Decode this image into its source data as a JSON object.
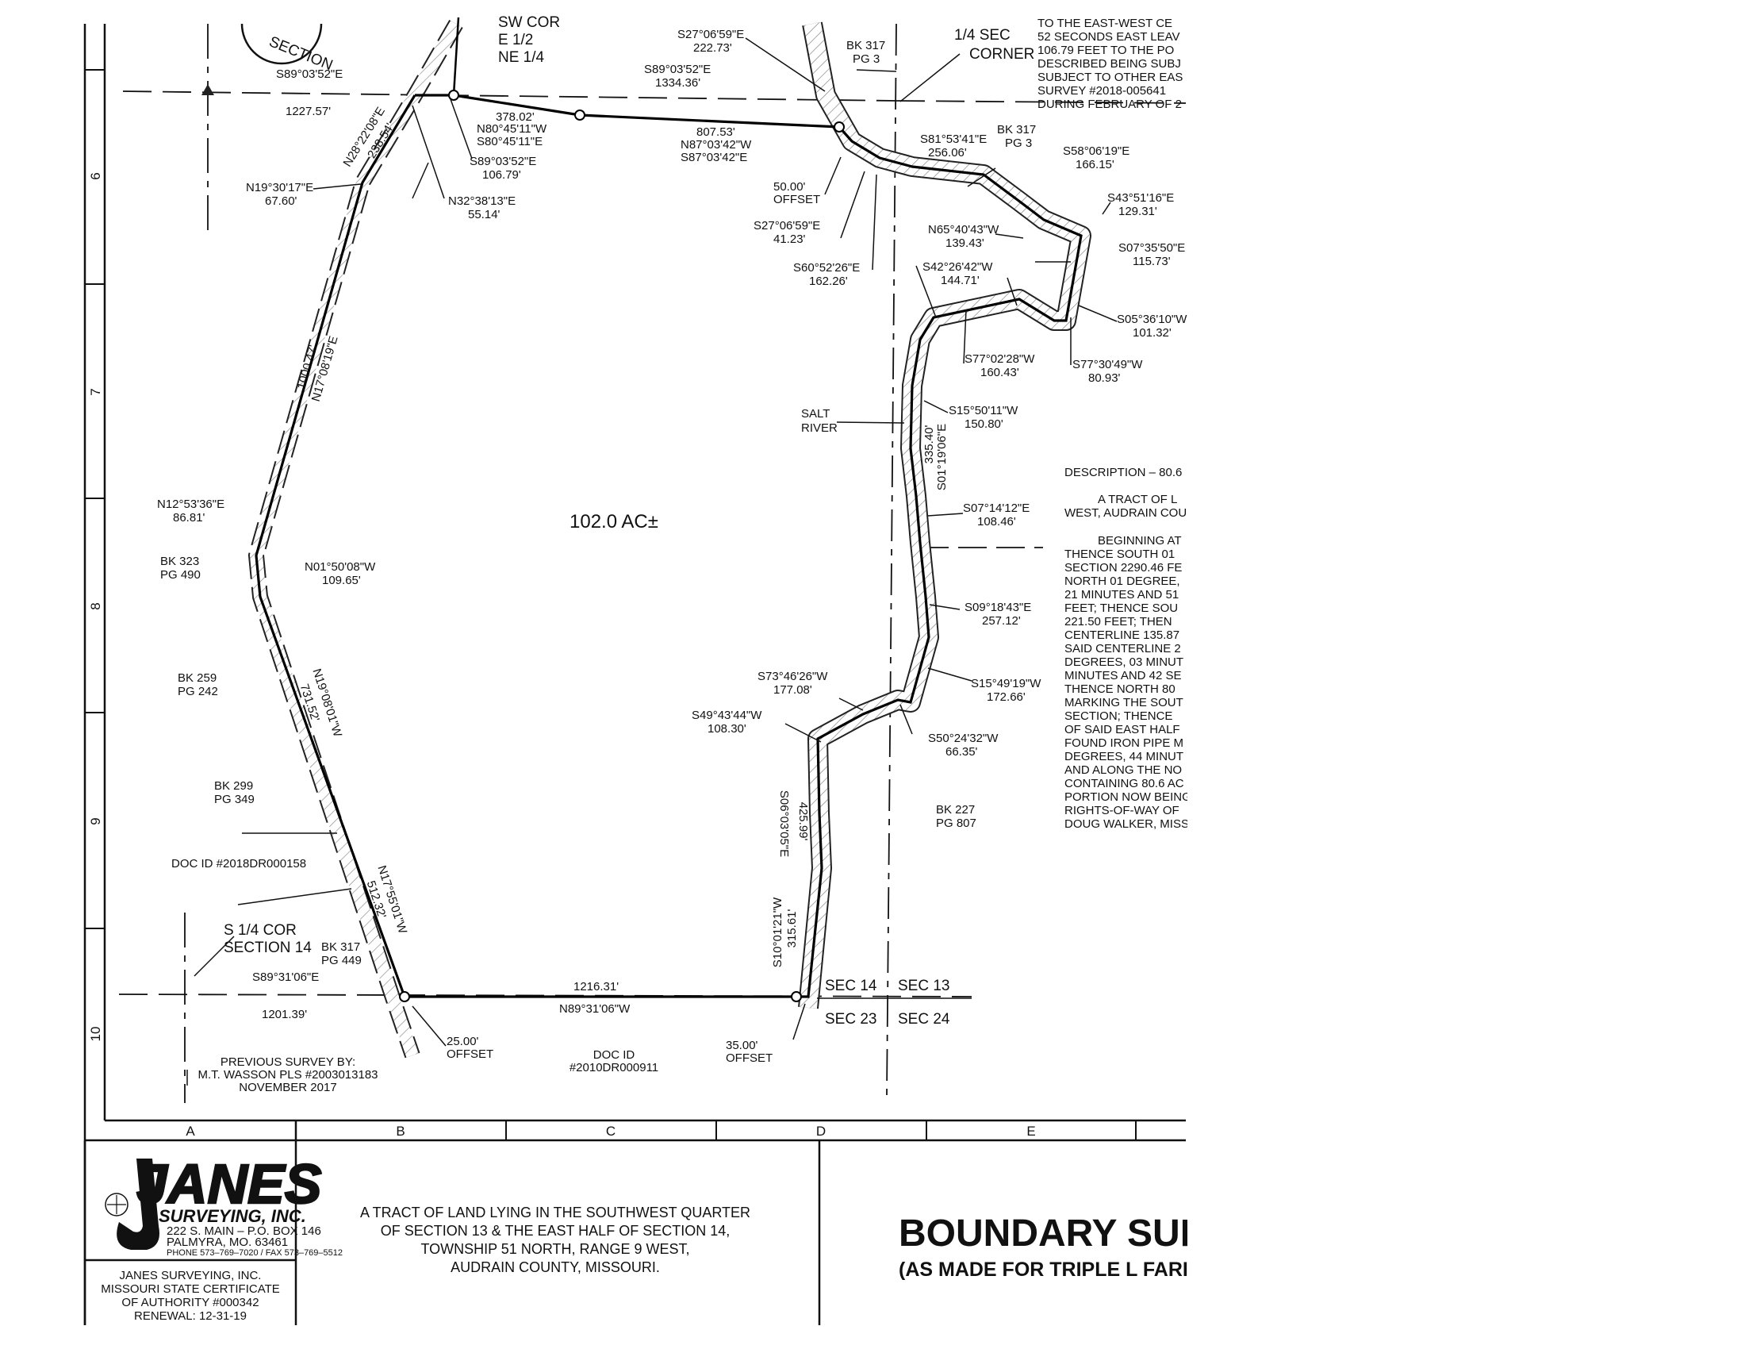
{
  "drawing": {
    "area_label": "102.0 AC±",
    "corner_labels": {
      "sw_cor": [
        "SW COR",
        "E 1/2",
        "NE 1/4"
      ],
      "quarter_sec": [
        "1/4 SEC",
        "CORNER"
      ],
      "s_quarter": [
        "S 1/4 COR",
        "SECTION 14"
      ],
      "section_stamp": "SECTION"
    },
    "sections": [
      "SEC 14",
      "SEC 13",
      "SEC 23",
      "SEC 24"
    ],
    "river": [
      "SALT",
      "RIVER"
    ],
    "offsets": {
      "o50": [
        "50.00'",
        "OFFSET"
      ],
      "o25": [
        "25.00'",
        "OFFSET"
      ],
      "o35": [
        "35.00'",
        "OFFSET"
      ]
    },
    "book_refs": {
      "bk317_top": [
        "BK 317",
        "PG 3"
      ],
      "bk317_mid": [
        "BK 317",
        "PG 3"
      ],
      "bk323": [
        "BK 323",
        "PG 490"
      ],
      "bk259": [
        "BK 259",
        "PG 242"
      ],
      "bk299": [
        "BK 299",
        "PG 349"
      ],
      "bk317_bot": [
        "BK 317",
        "PG 449"
      ],
      "bk227": [
        "BK 227",
        "PG 807"
      ]
    },
    "doc_ids": {
      "d1": "DOC ID #2018DR000158",
      "d2": [
        "DOC ID",
        "#2010DR000911"
      ]
    },
    "previous_survey": [
      "PREVIOUS SURVEY BY:",
      "M.T. WASSON PLS #2003013183",
      "NOVEMBER 2017"
    ],
    "calls": {
      "c1": [
        "S89°03'52\"E",
        "1227.57'"
      ],
      "c2": [
        "S27°06'59\"E",
        "222.73'"
      ],
      "c3": [
        "S89°03'52\"E",
        "1334.36'"
      ],
      "c4": [
        "378.02'",
        "N80°45'11\"W",
        "S80°45'11\"E"
      ],
      "c5": [
        "807.53'",
        "N87°03'42\"W",
        "S87°03'42\"E"
      ],
      "c6": [
        "S89°03'52\"E",
        "106.79'"
      ],
      "c7": [
        "N19°30'17\"E",
        "67.60'"
      ],
      "c8": [
        "N32°38'13\"E",
        "55.14'"
      ],
      "c9": [
        "S27°06'59\"E",
        "41.23'"
      ],
      "c10": [
        "S60°52'26\"E",
        "162.26'"
      ],
      "c11": [
        "S81°53'41\"E",
        "256.06'"
      ],
      "c12": [
        "S58°06'19\"E",
        "166.15'"
      ],
      "c13": [
        "S43°51'16\"E",
        "129.31'"
      ],
      "c14": [
        "N65°40'43\"W",
        "139.43'"
      ],
      "c15": [
        "S07°35'50\"E",
        "115.73'"
      ],
      "c16": [
        "S42°26'42\"W",
        "144.71'"
      ],
      "c17": [
        "S05°36'10\"W",
        "101.32'"
      ],
      "c18": [
        "S77°02'28\"W",
        "160.43'"
      ],
      "c19": [
        "S77°30'49\"W",
        "80.93'"
      ],
      "c20": [
        "S15°50'11\"W",
        "150.80'"
      ],
      "c21": [
        "335.40'",
        "S01°19'06\"E"
      ],
      "c22": [
        "S07°14'12\"E",
        "108.46'"
      ],
      "c23": [
        "N12°53'36\"E",
        "86.81'"
      ],
      "c24": [
        "N01°50'08\"W",
        "109.65'"
      ],
      "c25": [
        "S09°18'43\"E",
        "257.12'"
      ],
      "c26": [
        "S73°46'26\"W",
        "177.08'"
      ],
      "c27": [
        "S49°43'44\"W",
        "108.30'"
      ],
      "c28": [
        "S15°49'19\"W",
        "172.66'"
      ],
      "c29": [
        "S50°24'32\"W",
        "66.35'"
      ],
      "c30": [
        "425.99'",
        "S06°03'05\"E"
      ],
      "c31": [
        "S10°01'21\"W",
        "315.61'"
      ],
      "c32": [
        "1216.31'",
        "N89°31'06\"W"
      ],
      "c33": [
        "S89°31'06\"E",
        "1201.39'"
      ],
      "c34": [
        "N28°22'08\"E",
        "238.54'"
      ],
      "c35": [
        "1000.47'",
        "N17°08'19\"E"
      ],
      "c36": [
        "N19°08'01\"W",
        "731.52'"
      ],
      "c37": [
        "N17°55'01\"W",
        "512.32'"
      ]
    },
    "top_notes": [
      "TO THE EAST-WEST CE",
      "52 SECONDS EAST LEAV",
      "106.79 FEET TO THE PO",
      "DESCRIBED BEING SUBJ",
      "SUBJECT TO OTHER EAS",
      "SURVEY #2018-005641",
      "DURING FEBRUARY OF 2"
    ],
    "description_title": "DESCRIPTION – 80.6",
    "description_intro": [
      "A TRACT OF L",
      "WEST, AUDRAIN COU"
    ],
    "description_body": [
      "BEGINNING AT",
      "THENCE SOUTH 01",
      "SECTION 2290.46 FE",
      "NORTH 01 DEGREE,",
      "21 MINUTES AND 51",
      "FEET;  THENCE SOU",
      "221.50 FEET;  THEN",
      "CENTERLINE 135.87",
      "SAID CENTERLINE 2",
      "DEGREES, 03 MINUT",
      "MINUTES AND 42 SE",
      "THENCE NORTH 80",
      "MARKING THE SOUT",
      "SECTION;  THENCE",
      "OF SAID EAST HALF",
      "FOUND IRON PIPE M",
      "DEGREES, 44 MINUT",
      "AND ALONG THE NO",
      "CONTAINING 80.6 AC",
      "PORTION NOW BEING",
      "RIGHTS-OF-WAY OF",
      "DOUG WALKER, MISS"
    ]
  },
  "grid": {
    "rows": [
      "6",
      "7",
      "8",
      "9",
      "10"
    ],
    "cols": [
      "A",
      "B",
      "C",
      "D",
      "E"
    ]
  },
  "title_block": {
    "company_logo": "JANES",
    "company_sub": "SURVEYING, INC.",
    "address": [
      "222 S. MAIN – P.O. BOX 146",
      "PALMYRA, MO.    63461",
      "PHONE 573–769–7020 / FAX 573–769–5512"
    ],
    "certificate": [
      "JANES SURVEYING, INC.",
      "MISSOURI STATE CERTIFICATE",
      "OF AUTHORITY #000342",
      "RENEWAL: 12-31-19"
    ],
    "tract_desc": [
      "A TRACT OF LAND LYING IN THE SOUTHWEST QUARTER",
      "OF SECTION 13 & THE EAST HALF OF SECTION 14,",
      "TOWNSHIP 51 NORTH, RANGE 9 WEST,",
      "AUDRAIN COUNTY, MISSOURI."
    ],
    "main_title": "BOUNDARY SUF",
    "subtitle": "(AS MADE FOR TRIPLE L FARI"
  }
}
